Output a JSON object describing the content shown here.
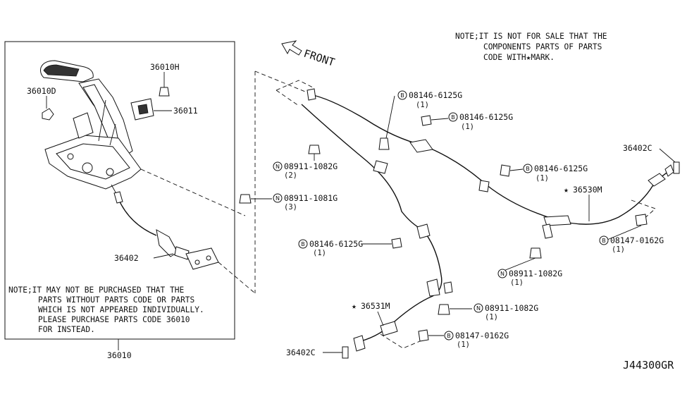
{
  "diagram": {
    "code": "J44300GR",
    "front_label": "FRONT",
    "star": "★",
    "notes": {
      "sale": [
        "NOTE;IT IS NOT FOR SALE THAT THE",
        "COMPONENTS PARTS OF PARTS",
        "CODE WITH★MARK."
      ],
      "purchase": [
        "NOTE;IT MAY NOT BE PURCHASED THAT THE",
        "PARTS WITHOUT PARTS CODE OR PARTS",
        "WHICH IS NOT APPEARED INDIVIDUALLY.",
        "PLEASE PURCHASE PARTS CODE 36010",
        "FOR INSTEAD."
      ]
    },
    "parts": {
      "p36010": "36010",
      "p36010H": "36010H",
      "p36010D": "36010D",
      "p36011": "36011",
      "p36402": "36402",
      "p36402C_right": "36402C",
      "p36402C_bottom": "36402C",
      "p36530M": "36530M",
      "p36531M": "36531M"
    },
    "callouts": [
      {
        "symbol": "B",
        "code": "08146-6125G",
        "qty": "(1)"
      },
      {
        "symbol": "B",
        "code": "08146-6125G",
        "qty": "(1)"
      },
      {
        "symbol": "B",
        "code": "08146-6125G",
        "qty": "(1)"
      },
      {
        "symbol": "B",
        "code": "08146-6125G",
        "qty": "(1)"
      },
      {
        "symbol": "N",
        "code": "08911-1082G",
        "qty": "(2)"
      },
      {
        "symbol": "N",
        "code": "08911-1081G",
        "qty": "(3)"
      },
      {
        "symbol": "N",
        "code": "08911-1082G",
        "qty": "(1)"
      },
      {
        "symbol": "N",
        "code": "08911-1082G",
        "qty": "(1)"
      },
      {
        "symbol": "B",
        "code": "08147-0162G",
        "qty": "(1)"
      },
      {
        "symbol": "B",
        "code": "08147-0162G",
        "qty": "(1)"
      }
    ]
  }
}
